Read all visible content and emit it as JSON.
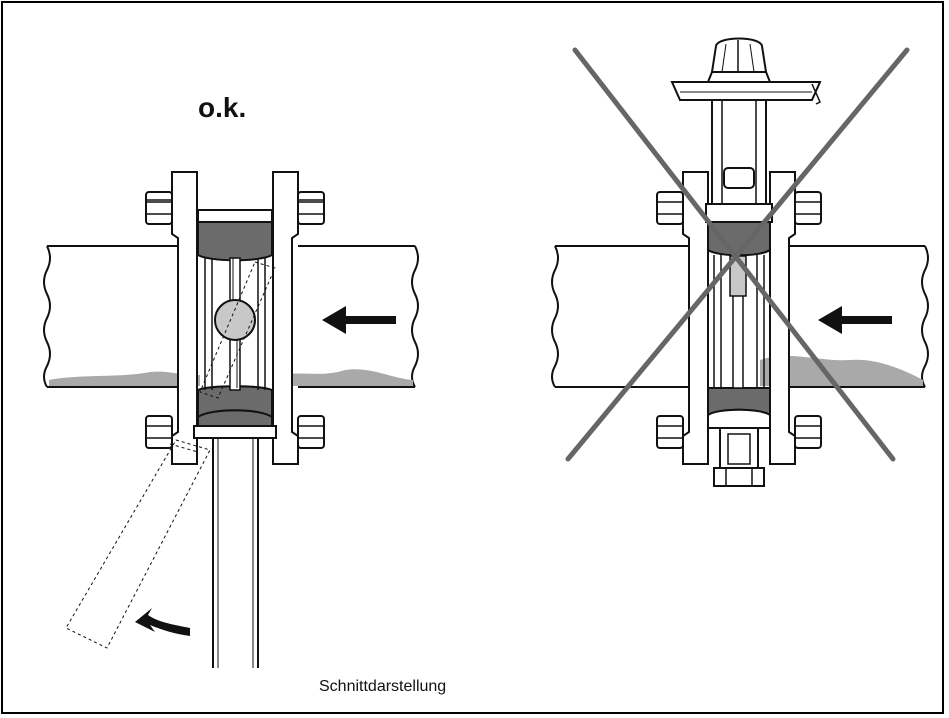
{
  "labels": {
    "ok": "o.k.",
    "caption": "Schnittdarstellung"
  },
  "colors": {
    "outline": "#111111",
    "seal": "#6b6b6b",
    "medium": "#a9a9a9",
    "float": "#c8c8c8",
    "cross": "#666666"
  },
  "diagrams": [
    {
      "name": "correct-installation",
      "status": "ok"
    },
    {
      "name": "incorrect-installation",
      "status": "crossed-out"
    }
  ]
}
